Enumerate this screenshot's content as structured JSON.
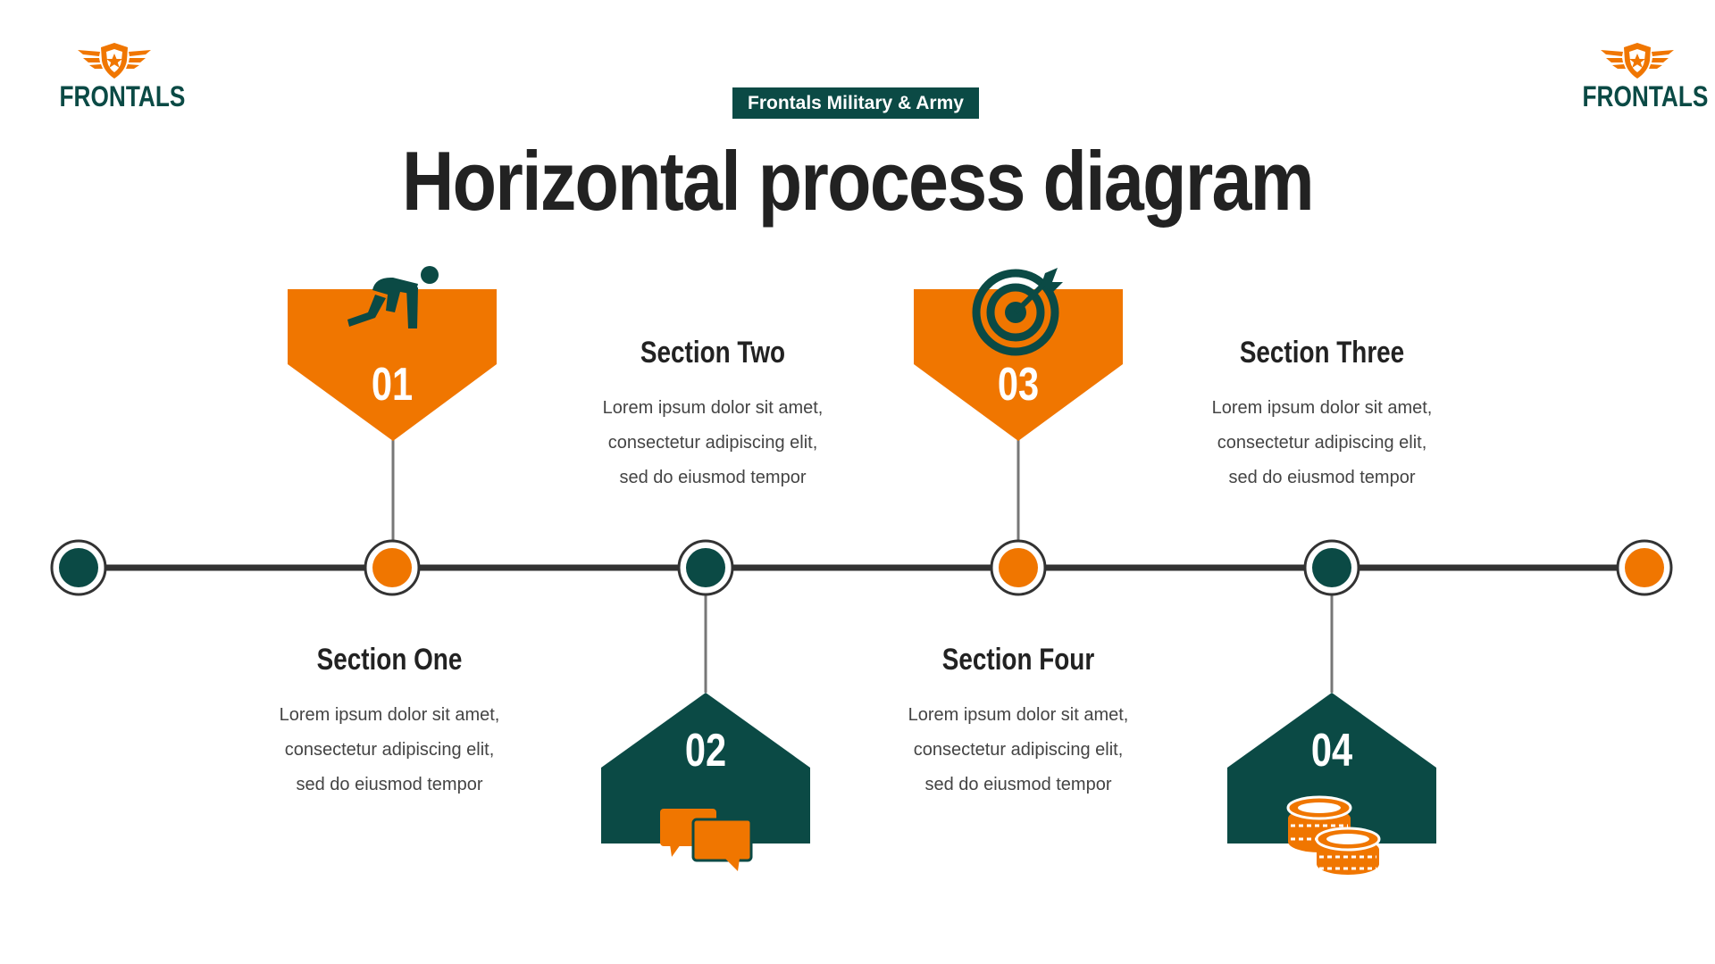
{
  "header": {
    "logo_text": "FRONTALS",
    "tag": "Frontals Military & Army",
    "title": "Horizontal process diagram"
  },
  "colors": {
    "orange": "#F07600",
    "dark_teal": "#0B4A45",
    "line": "#333333"
  },
  "markers": [
    {
      "number": "01",
      "icon": "runner-icon",
      "color": "orange"
    },
    {
      "number": "02",
      "icon": "chat-bubbles-icon",
      "color": "dark_teal"
    },
    {
      "number": "03",
      "icon": "target-icon",
      "color": "orange"
    },
    {
      "number": "04",
      "icon": "coins-icon",
      "color": "dark_teal"
    }
  ],
  "sections": [
    {
      "title": "Section One",
      "lines": [
        "Lorem ipsum dolor sit amet,",
        "consectetur adipiscing elit,",
        "sed do eiusmod tempor"
      ]
    },
    {
      "title": "Section Two",
      "lines": [
        "Lorem ipsum dolor sit amet,",
        "consectetur adipiscing elit,",
        "sed do eiusmod tempor"
      ]
    },
    {
      "title": "Section Three",
      "lines": [
        "Lorem ipsum dolor sit amet,",
        "consectetur adipiscing elit,",
        "sed do eiusmod tempor"
      ]
    },
    {
      "title": "Section Four",
      "lines": [
        "Lorem ipsum dolor sit amet,",
        "consectetur adipiscing elit,",
        "sed do eiusmod tempor"
      ]
    }
  ],
  "timeline_nodes": [
    "dark_teal",
    "orange",
    "dark_teal",
    "orange",
    "dark_teal",
    "orange"
  ]
}
